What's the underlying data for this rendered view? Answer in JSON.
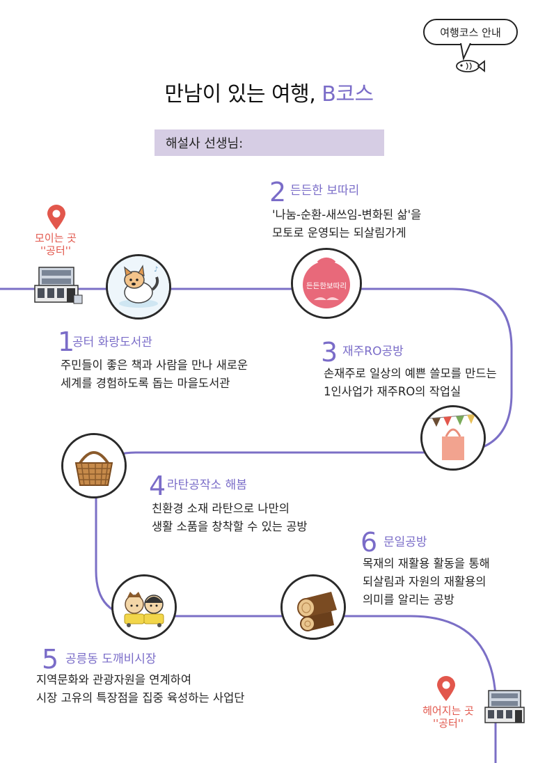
{
  "header": {
    "bubble_text": "여행코스 안내",
    "title_main": "만남이 있는 여행, ",
    "title_accent": "B코스",
    "guide_label": "해설사 선생님:"
  },
  "start": {
    "label": "모이는 곳\n''공터''"
  },
  "end": {
    "label": "헤어지는 곳\n''공터''"
  },
  "stops": [
    {
      "num": "1",
      "name": "공터 화랑도서관",
      "desc": "주민들이 좋은 책과 사람을 만나 새로운\n세계를 경험하도록 돕는 마을도서관"
    },
    {
      "num": "2",
      "name": "든든한 보따리",
      "desc": "'나눔-순환-새쓰임-변화된 삶'을\n모토로 운영되는 되살림가게",
      "logo_text": "든든한보따리"
    },
    {
      "num": "3",
      "name": "재주RO공방",
      "desc": "손재주로 일상의 예쁜 쓸모를 만드는\n1인사업가 재주RO의 작업실"
    },
    {
      "num": "4",
      "name": "라탄공작소 해봄",
      "desc": "친환경 소재 라탄으로 나만의\n생활 소품을 창착할 수 있는 공방"
    },
    {
      "num": "5",
      "name": "공릉동 도깨비시장",
      "desc": "지역문화와 관광자원을 연계하여\n시장 고유의 특장점을 집중 육성하는 사업단"
    },
    {
      "num": "6",
      "name": "문일공방",
      "desc": "목재의 재활용 활동을 통해\n되살림과 자원의 재활용의\n의미를 알리는 공방"
    }
  ],
  "colors": {
    "accent": "#7a6cc8",
    "route": "#7b6fc6",
    "pin": "#e2574c",
    "guide_bar": "#d6cde4"
  },
  "icons": [
    "map-pin-icon",
    "building-icon",
    "dog-icon",
    "bundle-logo-icon",
    "tote-bag-icon",
    "basket-icon",
    "market-mascots-icon",
    "logs-icon",
    "fish-icon"
  ]
}
